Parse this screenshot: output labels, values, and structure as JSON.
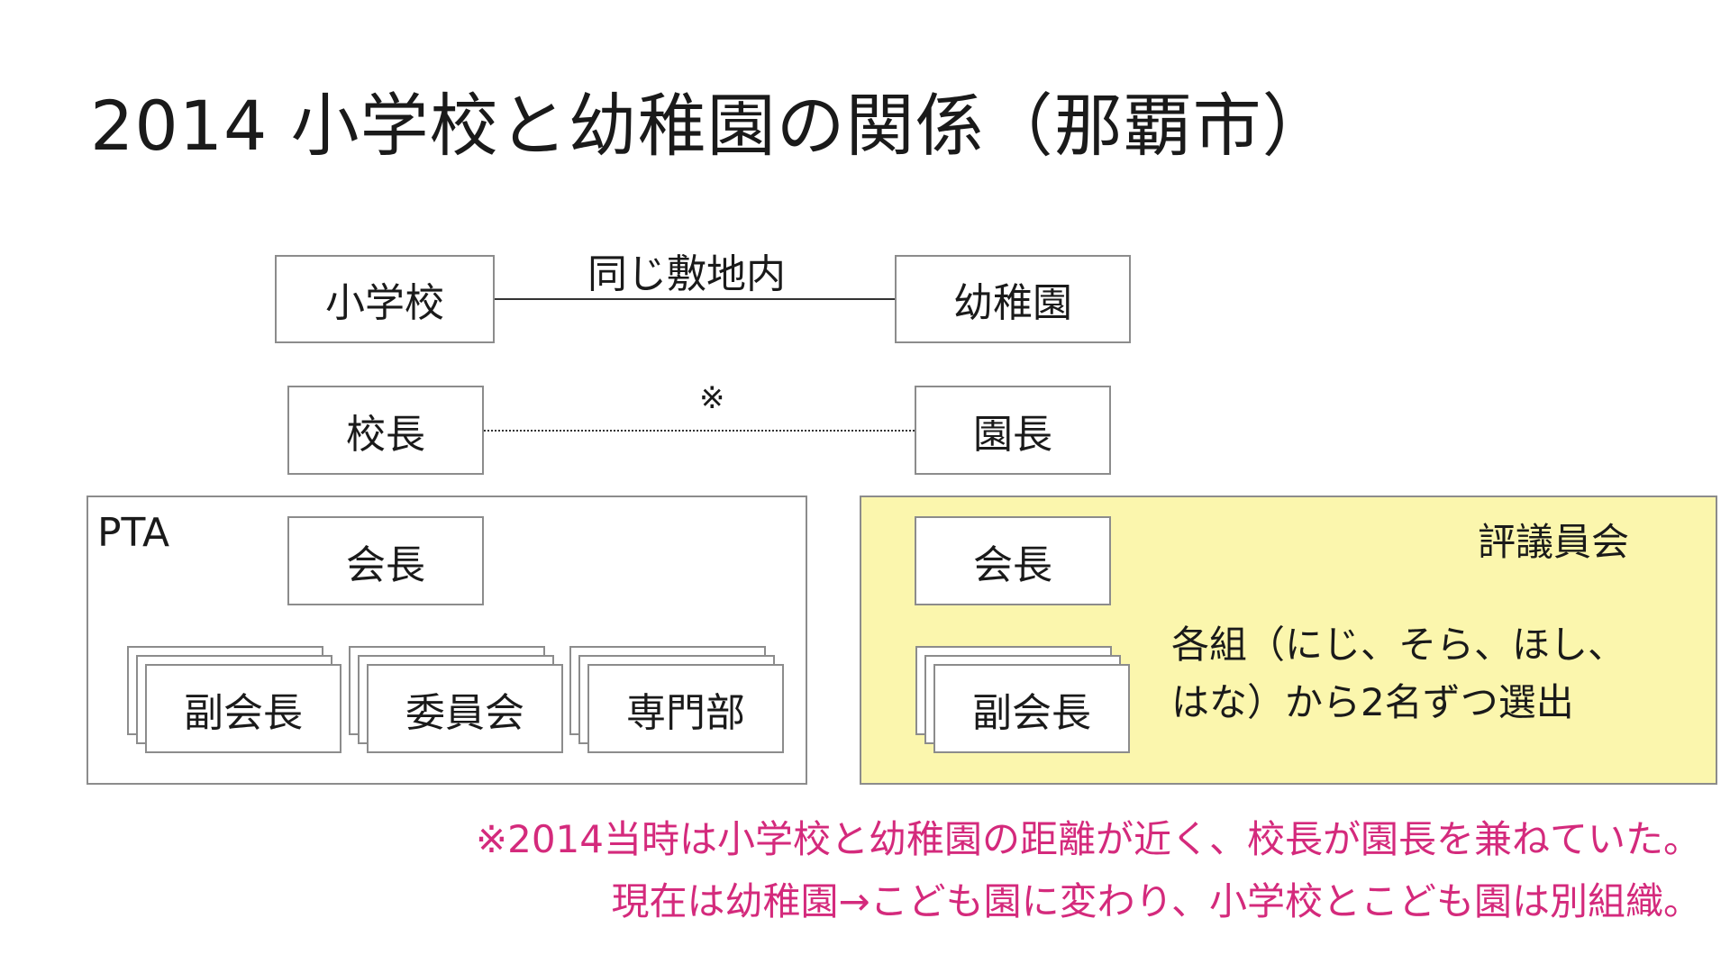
{
  "title": "2014 小学校と幼稚園の関係（那覇市）",
  "top": {
    "school": "小学校",
    "kindergarten": "幼稚園",
    "link_label": "同じ敷地内",
    "principal": "校長",
    "kg_director": "園長",
    "mark": "※"
  },
  "pta": {
    "label": "PTA",
    "president": "会長",
    "vice_president": "副会長",
    "committee": "委員会",
    "special_division": "専門部"
  },
  "council": {
    "label": "評議員会",
    "president": "会長",
    "vice_president": "副会長",
    "desc_line1": "各組（にじ、そら、ほし、",
    "desc_line2": "はな）から2名ずつ選出"
  },
  "note": {
    "line1": "※2014当時は小学校と幼稚園の距離が近く、校長が園長を兼ねていた。",
    "line2": "現在は幼稚園→こども園に変わり、小学校とこども園は別組織。"
  },
  "colors": {
    "note_text": "#d42a7c",
    "council_fill": "#fbf6ad",
    "border": "#8c8c8c"
  }
}
